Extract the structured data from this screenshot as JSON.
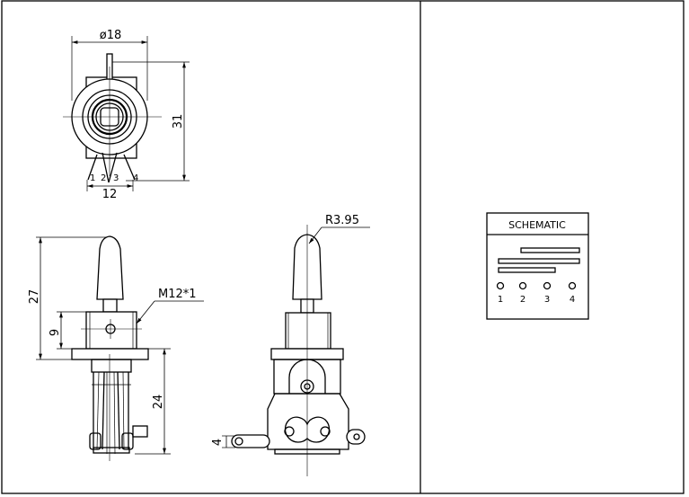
{
  "top_view": {
    "diameter_label": "ø18",
    "height_label": "31",
    "width_label": "12",
    "pin_labels": [
      "1",
      "2",
      "3",
      "4"
    ]
  },
  "front_view": {
    "height_label": "27",
    "bushing_height_label": "9",
    "thread_label": "M12*1",
    "body_height_label": "24"
  },
  "side_view": {
    "radius_label": "R3.95",
    "lug_thickness_label": "4"
  },
  "schematic": {
    "title": "SCHEMATIC",
    "terminal_labels": [
      "1",
      "2",
      "3",
      "4"
    ]
  }
}
